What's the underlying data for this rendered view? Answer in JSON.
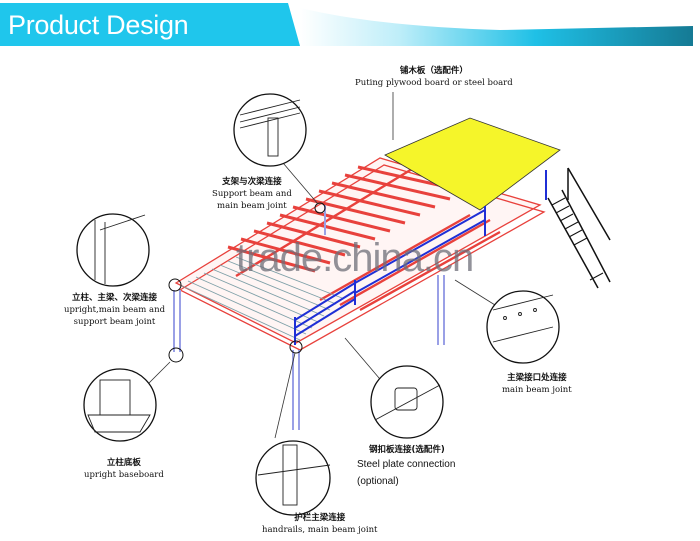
{
  "header": {
    "title": "Product Design",
    "band_color": "#1fc6ec",
    "accent_dark": "#1a7f9a"
  },
  "diagram": {
    "subject": "Steel mezzanine platform with staircase",
    "colors": {
      "main_beam": "#e8413c",
      "plate": "#f5f52a",
      "handrail": "#1f2fd6",
      "upright": "#9aa0e6",
      "deck_lines": "#7fa0a8"
    },
    "callouts": [
      {
        "id": "plate",
        "cn": "铺木板（选配件）",
        "en": "Puting plywood board or steel board"
      },
      {
        "id": "support-beam-joint",
        "cn": "支架与次梁连接",
        "en_lines": [
          "Support beam and",
          "main beam joint"
        ]
      },
      {
        "id": "upright-beam-joint",
        "cn": "立柱、主梁、次梁连接",
        "en_lines": [
          "upright,main beam and",
          "support beam joint"
        ]
      },
      {
        "id": "upright-baseboard",
        "cn": "立柱底板",
        "en_lines": [
          "upright baseboard"
        ]
      },
      {
        "id": "handrail-joint",
        "cn": "护栏主梁连接",
        "en_lines": [
          "handrails, main beam joint"
        ]
      },
      {
        "id": "steel-plate-connection",
        "cn": "钢扣板连接(选配件)",
        "en_lines": [
          "Steel plate connection",
          "(optional)"
        ]
      },
      {
        "id": "main-beam-joint",
        "cn": "主梁接口处连接",
        "en_lines": [
          "main beam joint"
        ]
      }
    ]
  },
  "watermark": "trade.china.cn"
}
